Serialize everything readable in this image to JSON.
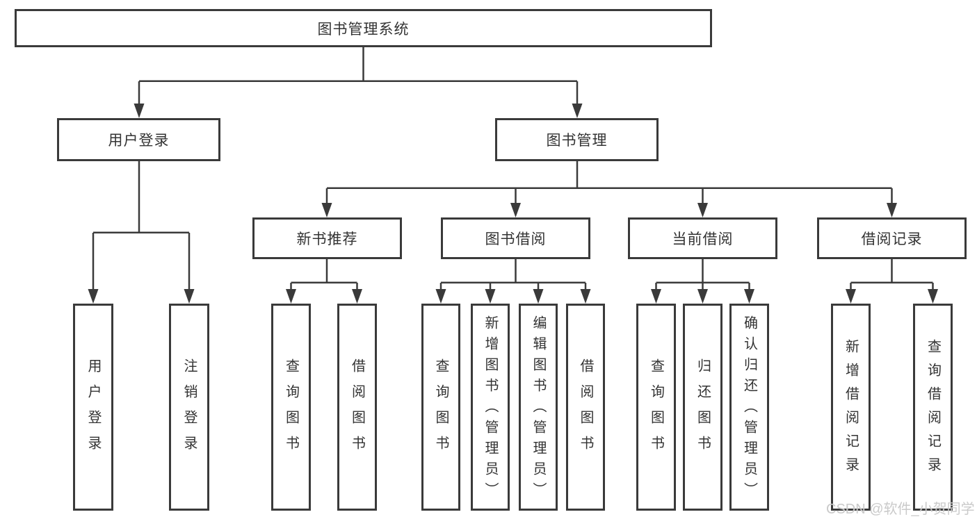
{
  "diagram": {
    "root": {
      "label": "图书管理系统"
    },
    "user_branch": {
      "label": "用户登录",
      "children": [
        {
          "label": "用户登录"
        },
        {
          "label": "注销登录"
        }
      ]
    },
    "book_branch": {
      "label": "图书管理",
      "groups": [
        {
          "label": "新书推荐",
          "children": [
            {
              "label": "查询图书"
            },
            {
              "label": "借阅图书"
            }
          ]
        },
        {
          "label": "图书借阅",
          "children": [
            {
              "label": "查询图书"
            },
            {
              "label": "新增图书（管理员）"
            },
            {
              "label": "编辑图书（管理员）"
            },
            {
              "label": "借阅图书"
            }
          ]
        },
        {
          "label": "当前借阅",
          "children": [
            {
              "label": "查询图书"
            },
            {
              "label": "归还图书"
            },
            {
              "label": "确认归还（管理员）"
            }
          ]
        },
        {
          "label": "借阅记录",
          "children": [
            {
              "label": "新增借阅记录"
            },
            {
              "label": "查询借阅记录"
            }
          ]
        }
      ]
    }
  },
  "watermark": {
    "text": "CSDN @软件_小贺同学"
  },
  "colors": {
    "line": "#3a3a3a",
    "text": "#333333",
    "watermark": "#c6c6c6",
    "background": "#ffffff"
  }
}
